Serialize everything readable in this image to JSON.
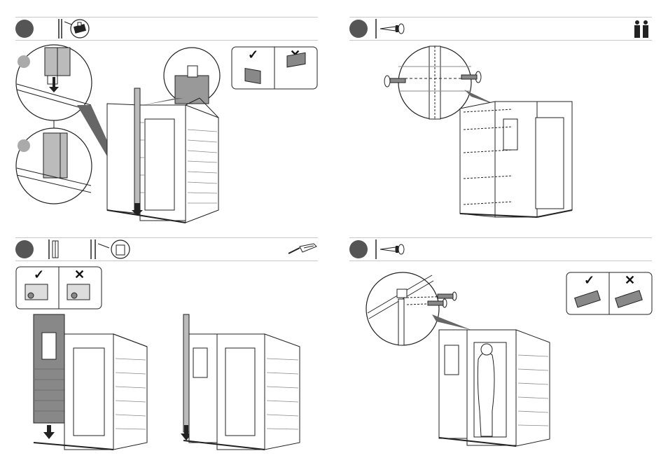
{
  "sheet": {
    "steps": [
      {
        "id": "top-left",
        "icons": [
          "sheet-panel-icon"
        ]
      },
      {
        "id": "top-right",
        "icons": [
          "screw-icon",
          "two-person-icon"
        ]
      },
      {
        "id": "bottom-left",
        "icons": [
          "corner-profile-icon",
          "panel-clip-icon",
          "screwdriver-icon"
        ]
      },
      {
        "id": "bottom-right",
        "icons": [
          "screw-icon"
        ]
      }
    ],
    "correct_mark": "✓",
    "wrong_mark": "✕"
  },
  "colors": {
    "line": "#222222",
    "panel_fill": "#888888",
    "step_circle": "#555555",
    "callout_dot": "#aaaaaa"
  }
}
